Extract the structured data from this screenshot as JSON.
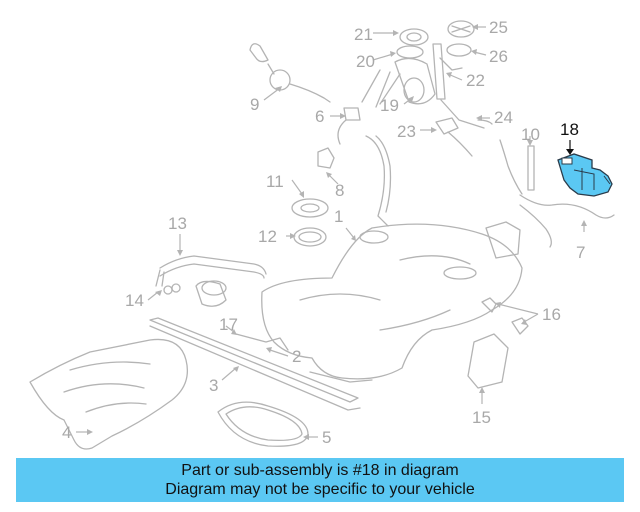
{
  "diagram": {
    "callouts": [
      "1",
      "2",
      "3",
      "4",
      "5",
      "6",
      "7",
      "8",
      "9",
      "10",
      "11",
      "12",
      "13",
      "14",
      "15",
      "16",
      "17",
      "18",
      "19",
      "20",
      "21",
      "22",
      "23",
      "24",
      "25",
      "26"
    ],
    "highlight": "18",
    "colors": {
      "line": "#b4b4b4",
      "label": "#a8a8a8",
      "highlight_part": "#5bc8f3",
      "highlight_label": "#111111"
    }
  },
  "banner": {
    "line1": "Part or sub-assembly is #18 in diagram",
    "line2": "Diagram may not be specific to your vehicle",
    "color": "#5bc8f3"
  }
}
